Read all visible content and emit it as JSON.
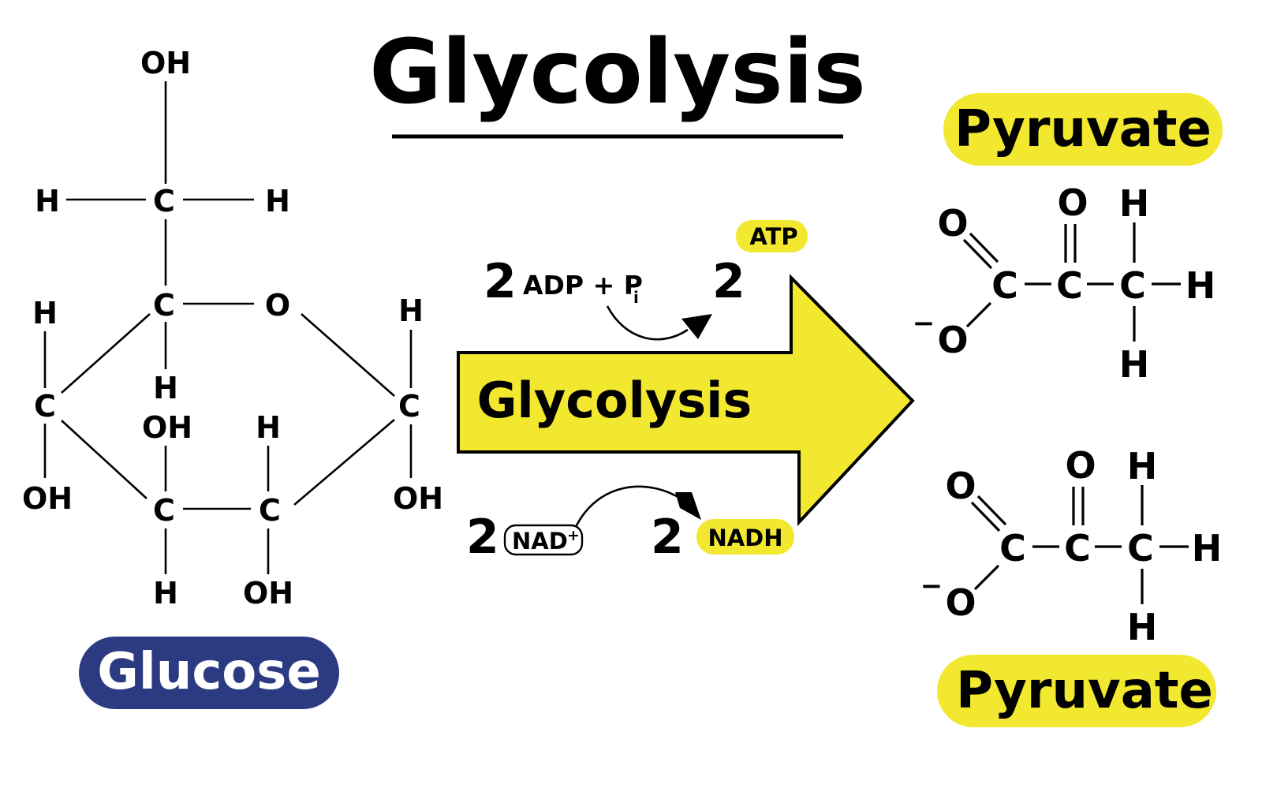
{
  "title": "Glycolysis",
  "arrow": {
    "label": "Glycolysis",
    "fill": "#f2e830",
    "label_color": "#e8262c"
  },
  "glucose": {
    "label": "Glucose",
    "badge_color": "#2c3a82",
    "atoms": {
      "top_oh": "OH",
      "c6": "C",
      "h6_left": "H",
      "h6_right": "H",
      "c5": "C",
      "ring_o": "O",
      "h5": "H",
      "c4": "C",
      "h4": "H",
      "oh4": "OH",
      "c3": "C",
      "oh3": "OH",
      "h3": "H",
      "c2": "C",
      "h2": "H",
      "oh2": "OH",
      "c1": "C",
      "h1": "H",
      "oh1": "OH"
    }
  },
  "reaction": {
    "adp_coef": "2",
    "adp_label": "ADP + P",
    "adp_sub": "i",
    "atp_coef": "2",
    "atp_label": "ATP",
    "nad_coef": "2",
    "nad_label": "NAD",
    "nad_sup": "+",
    "nadh_coef": "2",
    "nadh_label": "NADH",
    "badge_color": "#f2e830"
  },
  "pyruvate": {
    "label_top": "Pyruvate",
    "label_bottom": "Pyruvate",
    "badge_color": "#f2e830",
    "atoms": {
      "o_double": "O",
      "o_minus": "O",
      "minus": "−",
      "c1": "C",
      "c2": "C",
      "o2": "O",
      "c3": "C",
      "h_top": "H",
      "h_right": "H",
      "h_bottom": "H"
    }
  }
}
